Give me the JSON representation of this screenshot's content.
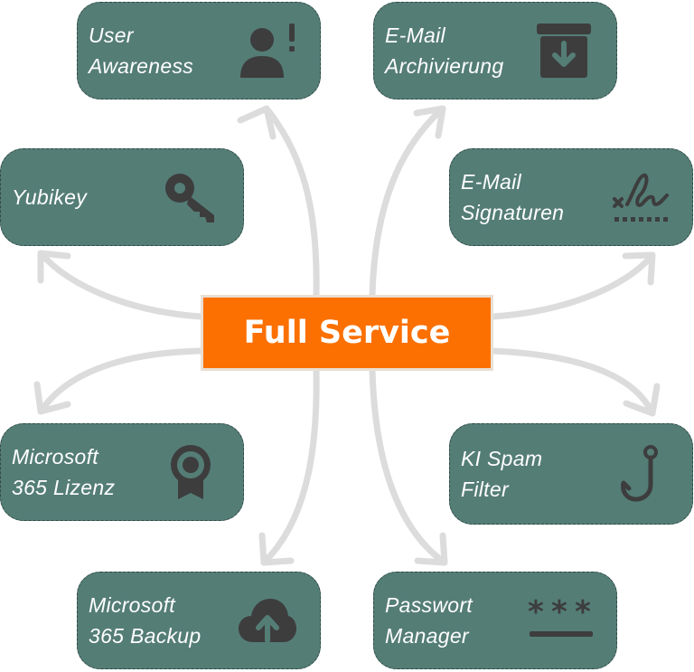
{
  "center": {
    "label": "Full Service"
  },
  "services": [
    {
      "id": "user-awareness",
      "label": "User\nAwareness",
      "icon": "user-alert-icon"
    },
    {
      "id": "email-archive",
      "label": "E-Mail\nArchivierung",
      "icon": "archive-icon"
    },
    {
      "id": "yubikey",
      "label": "Yubikey",
      "icon": "key-icon"
    },
    {
      "id": "email-signatures",
      "label": "E-Mail\nSignaturen",
      "icon": "signature-icon"
    },
    {
      "id": "m365-license",
      "label": "Microsoft\n365 Lizenz",
      "icon": "certificate-icon"
    },
    {
      "id": "ai-spam-filter",
      "label": "KI Spam\nFilter",
      "icon": "fishhook-icon"
    },
    {
      "id": "m365-backup",
      "label": "Microsoft\n365 Backup",
      "icon": "cloud-upload-icon"
    },
    {
      "id": "password-manager",
      "label": "Passwort\nManager",
      "icon": "password-icon"
    }
  ],
  "colors": {
    "card": "#547d76",
    "center": "#fb7000",
    "icon": "#3d3d3d",
    "arrow": "#dcdcdc"
  }
}
